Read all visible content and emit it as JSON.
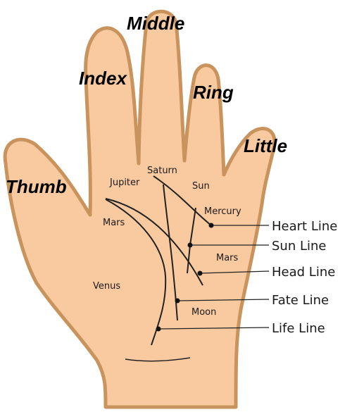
{
  "colors": {
    "skin": "#f9c9a0",
    "outline": "#c9935d",
    "lines": "#222222"
  },
  "fingers": {
    "middle": "Middle",
    "index": "Index",
    "ring": "Ring",
    "little": "Little",
    "thumb": "Thumb"
  },
  "mounts": {
    "saturn": "Saturn",
    "jupiter": "Jupiter",
    "sun": "Sun",
    "mercury": "Mercury",
    "mars_upper": "Mars",
    "mars_lower": "Mars",
    "venus": "Venus",
    "moon": "Moon"
  },
  "callouts": {
    "heart": "Heart Line",
    "sun": "Sun Line",
    "head": "Head Line",
    "fate": "Fate Line",
    "life": "Life Line"
  }
}
